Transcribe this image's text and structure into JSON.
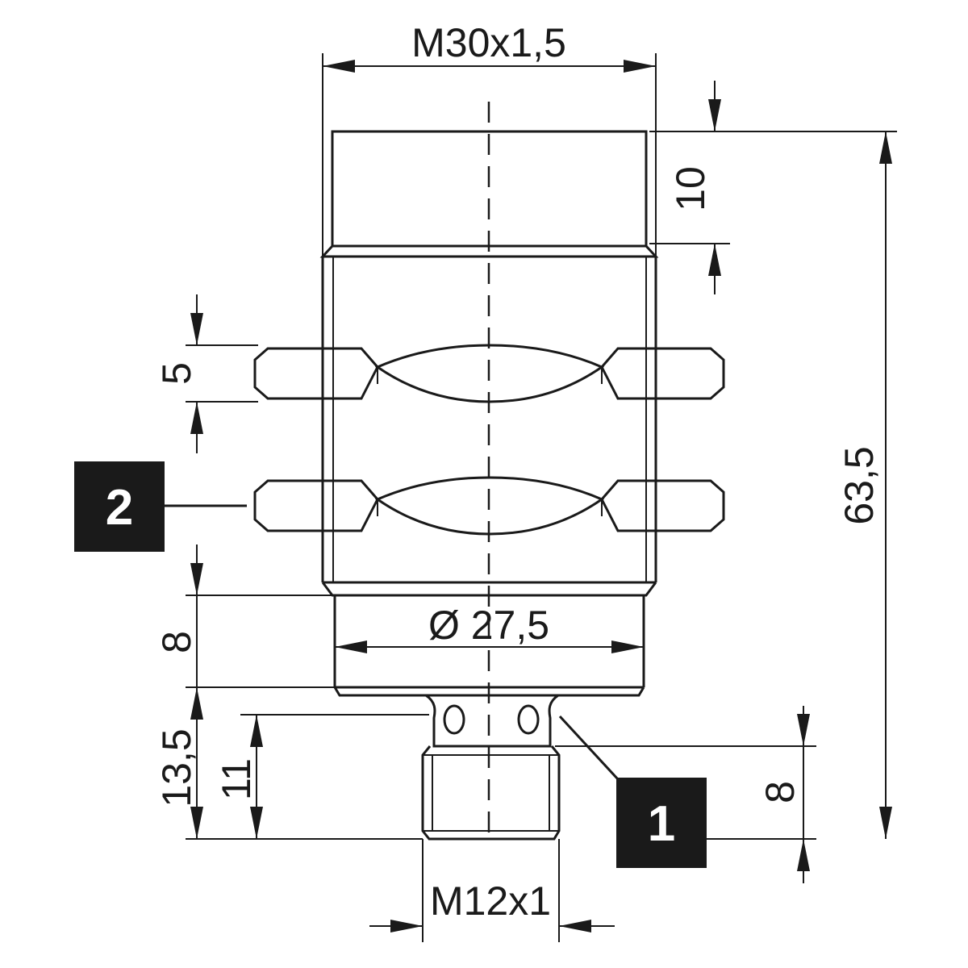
{
  "dimensions": {
    "thread_top": "M30x1,5",
    "length_10": "10",
    "total_length": "63,5",
    "nut_thickness": "5",
    "length_8_body": "8",
    "diameter": "Ø 27,5",
    "length_13_5": "13,5",
    "length_11": "11",
    "length_8_connector": "8",
    "thread_bottom": "M12x1"
  },
  "callouts": {
    "tag_1": "1",
    "tag_2": "2"
  }
}
